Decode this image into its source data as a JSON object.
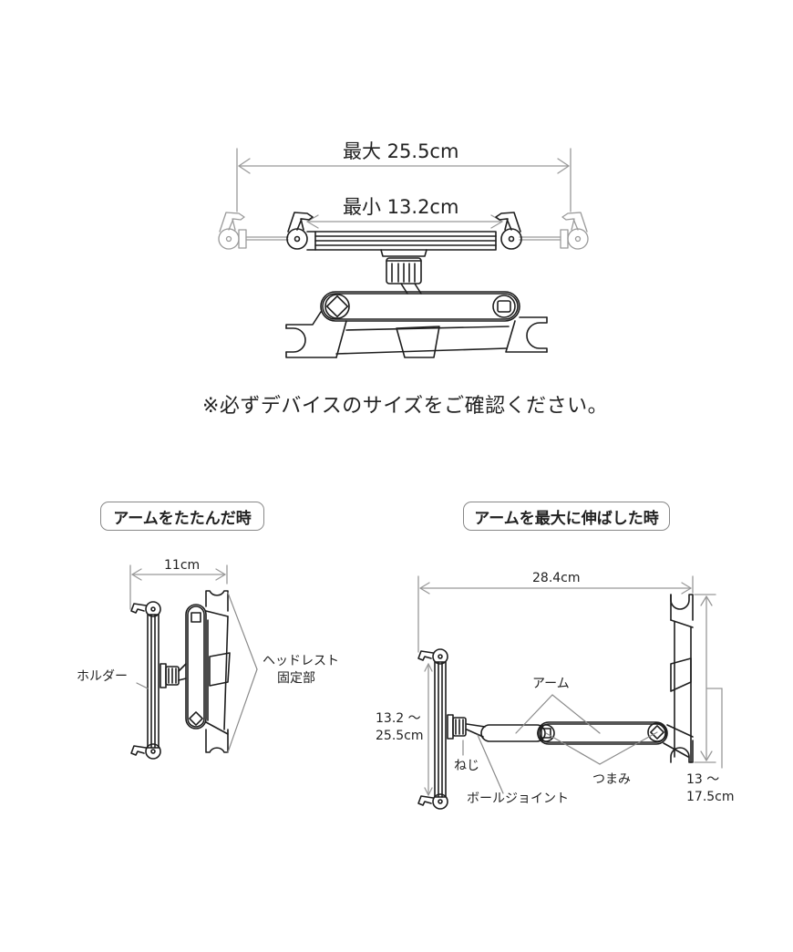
{
  "top_diagram": {
    "max_width_label": "最大 25.5cm",
    "min_width_label": "最小 13.2cm"
  },
  "note": "※必ずデバイスのサイズをご確認ください。",
  "folded_view": {
    "title": "アームをたたんだ時",
    "depth_label": "11cm",
    "holder_label": "ホルダー",
    "headrest_label_line1": "ヘッドレスト",
    "headrest_label_line2": "固定部"
  },
  "extended_view": {
    "title": "アームを最大に伸ばした時",
    "length_label": "28.4cm",
    "arm_label": "アーム",
    "holder_range_line1": "13.2 ～",
    "holder_range_line2": "25.5cm",
    "screw_label": "ねじ",
    "ball_joint_label": "ボールジョイント",
    "knob_label": "つまみ",
    "clamp_range_line1": "13 ～",
    "clamp_range_line2": "17.5cm"
  },
  "colors": {
    "line": "#1e1e1e",
    "dimension": "#999999",
    "ghost": "#9a9a9a",
    "pill_border": "#888888"
  }
}
